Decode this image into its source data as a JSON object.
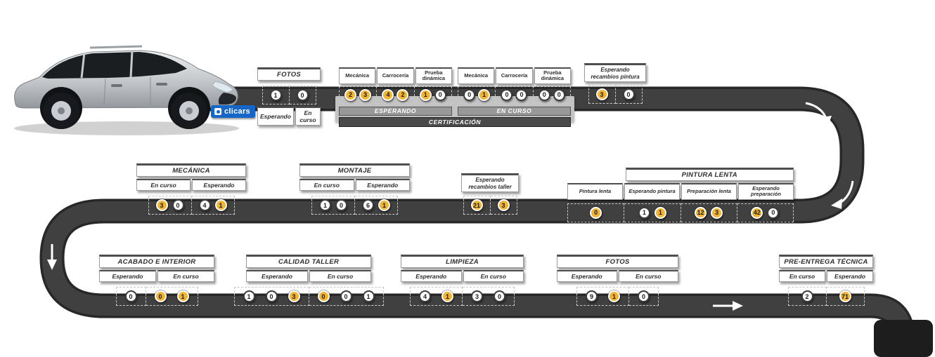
{
  "logo": {
    "text": "clicars"
  },
  "colors": {
    "accent_yellow": "#f1b434",
    "road": "#404040",
    "road_edge": "#282828",
    "band_gray": "#989898",
    "band_dark": "#4a4a4a",
    "logo_blue": "#1467c8"
  },
  "road": {
    "arrows": [
      {
        "name": "curve-down-arrow-top-right"
      },
      {
        "name": "down-left-arrow-right-side"
      },
      {
        "name": "down-arrow-left-side"
      },
      {
        "name": "right-arrow-bottom"
      }
    ]
  },
  "stations": {
    "fotos_top": {
      "title": "FOTOS",
      "dots": [
        {
          "v": "1",
          "c": "white"
        },
        {
          "v": "0",
          "c": "white"
        }
      ],
      "labels": [
        "Esperando",
        "En curso"
      ]
    },
    "certificacion": {
      "title": "CERTIFICACIÓN",
      "groups": [
        {
          "band": "ESPERANDO",
          "cols": [
            {
              "label": "Mecánica",
              "dots": [
                {
                  "v": "2",
                  "c": "yellow"
                },
                {
                  "v": "3",
                  "c": "yellow"
                }
              ]
            },
            {
              "label": "Carrocería",
              "dots": [
                {
                  "v": "4",
                  "c": "yellow"
                },
                {
                  "v": "2",
                  "c": "yellow"
                }
              ]
            },
            {
              "label": "Prueba dinámica",
              "dots": [
                {
                  "v": "1",
                  "c": "yellow"
                },
                {
                  "v": "0",
                  "c": "white"
                }
              ]
            }
          ]
        },
        {
          "band": "EN CURSO",
          "cols": [
            {
              "label": "Mecánica",
              "dots": [
                {
                  "v": "0",
                  "c": "white"
                },
                {
                  "v": "1",
                  "c": "yellow"
                }
              ]
            },
            {
              "label": "Carrocería",
              "dots": [
                {
                  "v": "0",
                  "c": "white"
                },
                {
                  "v": "0",
                  "c": "white"
                }
              ]
            },
            {
              "label": "Prueba dinámica",
              "dots": [
                {
                  "v": "0",
                  "c": "white"
                },
                {
                  "v": "0",
                  "c": "white"
                }
              ]
            }
          ]
        }
      ]
    },
    "esp_recambios_pintura": {
      "title": "Esperando recambios pintura",
      "dots": [
        {
          "v": "3",
          "c": "yellow"
        },
        {
          "v": "0",
          "c": "white"
        }
      ]
    },
    "mecanica": {
      "title": "MECÁNICA",
      "groups": [
        {
          "label": "En curso",
          "dots": [
            {
              "v": "3",
              "c": "yellow"
            },
            {
              "v": "0",
              "c": "white"
            }
          ]
        },
        {
          "label": "Esperando",
          "dots": [
            {
              "v": "4",
              "c": "white"
            },
            {
              "v": "1",
              "c": "yellow"
            }
          ]
        }
      ]
    },
    "montaje": {
      "title": "MONTAJE",
      "groups": [
        {
          "label": "En curso",
          "dots": [
            {
              "v": "1",
              "c": "white"
            },
            {
              "v": "0",
              "c": "white"
            }
          ]
        },
        {
          "label": "Esperando",
          "dots": [
            {
              "v": "6",
              "c": "white"
            },
            {
              "v": "1",
              "c": "yellow"
            }
          ]
        }
      ]
    },
    "esp_recambios_taller": {
      "title": "Esperando recambios taller",
      "dots": [
        {
          "v": "21",
          "c": "yellow"
        },
        {
          "v": "3",
          "c": "yellow"
        }
      ]
    },
    "pintura_lenta": {
      "title": "PINTURA LENTA",
      "cols": [
        {
          "label": "Pintura lenta",
          "dots": [
            {
              "v": "0",
              "c": "yellow"
            }
          ]
        },
        {
          "label": "Esperando pintura",
          "dots": [
            {
              "v": "1",
              "c": "white"
            },
            {
              "v": "1",
              "c": "yellow"
            }
          ]
        },
        {
          "label": "Preparación lenta",
          "dots": [
            {
              "v": "12",
              "c": "yellow"
            },
            {
              "v": "3",
              "c": "yellow"
            }
          ]
        },
        {
          "label": "Esperando preparación",
          "dots": [
            {
              "v": "42",
              "c": "yellow"
            },
            {
              "v": "0",
              "c": "white"
            }
          ]
        }
      ]
    },
    "acabado": {
      "title": "ACABADO E INTERIOR",
      "groups": [
        {
          "label": "Esperando",
          "dots": [
            {
              "v": "0",
              "c": "white"
            }
          ]
        },
        {
          "label": "En curso",
          "dots": [
            {
              "v": "0",
              "c": "yellow"
            },
            {
              "v": "1",
              "c": "yellow"
            }
          ]
        }
      ]
    },
    "calidad": {
      "title": "CALIDAD TALLER",
      "groups": [
        {
          "label": "Esperando",
          "dots": [
            {
              "v": "1",
              "c": "white"
            },
            {
              "v": "0",
              "c": "white"
            },
            {
              "v": "3",
              "c": "yellow"
            }
          ]
        },
        {
          "label": "En curso",
          "dots": [
            {
              "v": "0",
              "c": "yellow"
            },
            {
              "v": "0",
              "c": "white"
            },
            {
              "v": "1",
              "c": "white"
            }
          ]
        }
      ]
    },
    "limpieza": {
      "title": "LIMPIEZA",
      "groups": [
        {
          "label": "Esperando",
          "dots": [
            {
              "v": "4",
              "c": "white"
            },
            {
              "v": "1",
              "c": "yellow"
            }
          ]
        },
        {
          "label": "En curso",
          "dots": [
            {
              "v": "3",
              "c": "white"
            },
            {
              "v": "0",
              "c": "white"
            }
          ]
        }
      ]
    },
    "fotos_bottom": {
      "title": "FOTOS",
      "groups": [
        {
          "label": "Esperando",
          "dots": [
            {
              "v": "9",
              "c": "white"
            },
            {
              "v": "1",
              "c": "yellow"
            }
          ]
        },
        {
          "label": "En curso",
          "dots": [
            {
              "v": "0",
              "c": "white"
            }
          ]
        }
      ]
    },
    "pre_entrega": {
      "title": "PRE-ENTREGA TÉCNICA",
      "groups": [
        {
          "label": "En curso",
          "dots": [
            {
              "v": "2",
              "c": "white"
            }
          ]
        },
        {
          "label": "Esperando",
          "dots": [
            {
              "v": "71",
              "c": "yellow"
            }
          ]
        }
      ]
    }
  }
}
